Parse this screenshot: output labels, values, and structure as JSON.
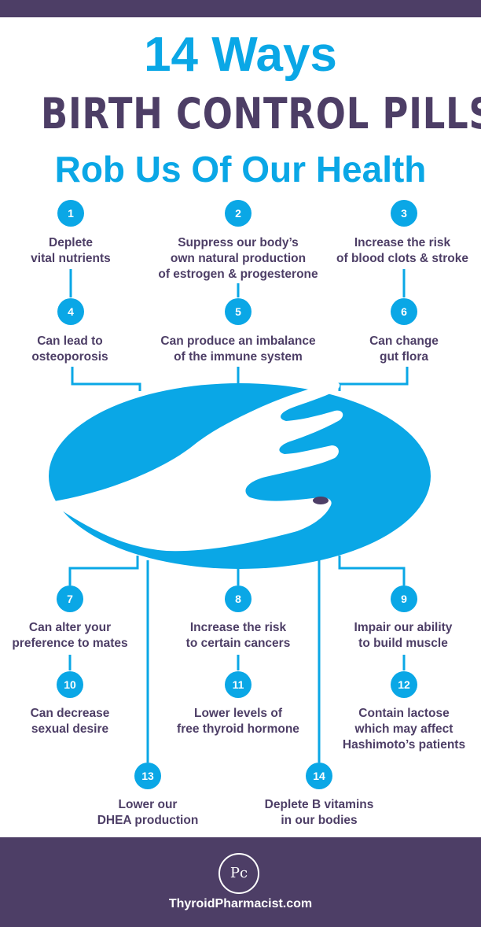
{
  "title": {
    "line1": "14 Ways",
    "line2": "BIRTH CONTROL PILLS",
    "line3": "Rob Us Of Our Health"
  },
  "items": [
    {
      "number": "1",
      "lines": [
        "Deplete",
        "vital nutrients"
      ]
    },
    {
      "number": "2",
      "lines": [
        "Suppress our body’s",
        "own natural production",
        "of estrogen & progesterone"
      ]
    },
    {
      "number": "3",
      "lines": [
        "Increase the risk",
        "of blood clots & stroke"
      ]
    },
    {
      "number": "4",
      "lines": [
        "Can lead to",
        "osteoporosis"
      ]
    },
    {
      "number": "5",
      "lines": [
        "Can produce an imbalance",
        "of the immune system"
      ]
    },
    {
      "number": "6",
      "lines": [
        "Can change",
        "gut flora"
      ]
    },
    {
      "number": "7",
      "lines": [
        "Can alter your",
        "preference to mates"
      ]
    },
    {
      "number": "8",
      "lines": [
        "Increase the risk",
        "to certain cancers"
      ]
    },
    {
      "number": "9",
      "lines": [
        "Impair our ability",
        "to build muscle"
      ]
    },
    {
      "number": "10",
      "lines": [
        "Can decrease",
        "sexual desire"
      ]
    },
    {
      "number": "11",
      "lines": [
        "Lower levels of",
        "free thyroid hormone"
      ]
    },
    {
      "number": "12",
      "lines": [
        "Contain lactose",
        "which may affect",
        "Hashimoto’s patients"
      ]
    },
    {
      "number": "13",
      "lines": [
        "Lower our",
        "DHEA production"
      ]
    },
    {
      "number": "14",
      "lines": [
        "Deplete B vitamins",
        "in our bodies"
      ]
    }
  ],
  "logo": {
    "monogram": "Pc"
  },
  "footer": {
    "website": "ThyroidPharmacist.com"
  },
  "colors": {
    "accent": "#0aa7e6",
    "brand_purple": "#4d3e66",
    "background": "#ffffff"
  }
}
